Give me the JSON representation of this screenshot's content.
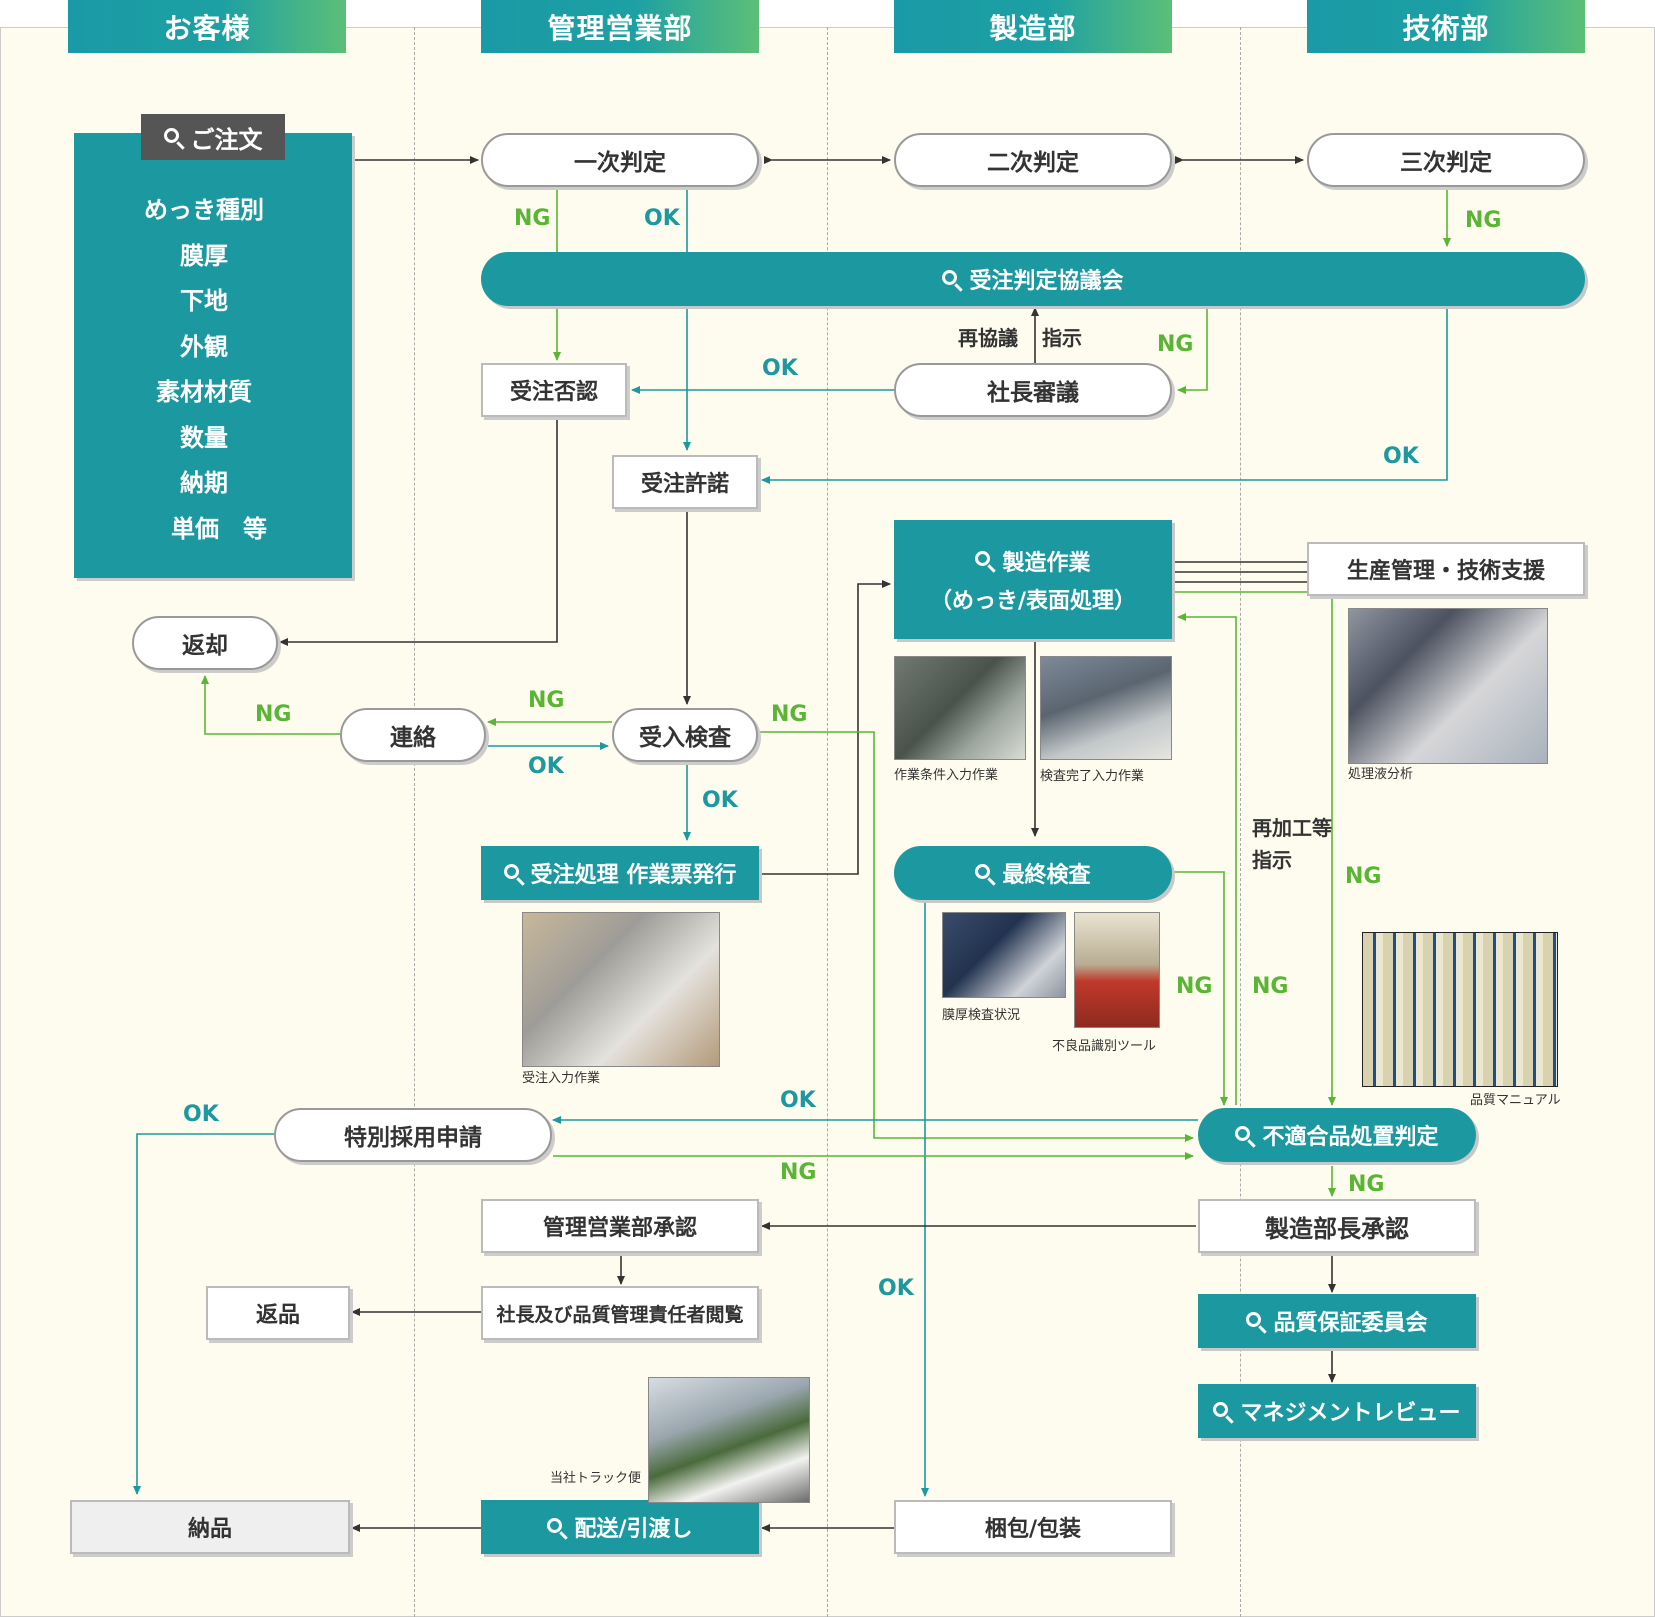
{
  "headers": [
    "お客様",
    "管理営業部",
    "製造部",
    "技術部"
  ],
  "order": {
    "title": "ご注文",
    "items": [
      "めっき種別",
      "膜厚",
      "下地",
      "外観",
      "素材材質",
      "数量",
      "納期",
      "単価　等"
    ]
  },
  "nodes": {
    "judge1": "一次判定",
    "judge2": "二次判定",
    "judge3": "三次判定",
    "council": "受注判定協議会",
    "reject": "受注否認",
    "president": "社長審議",
    "accept": "受注許諾",
    "manufacturing_line1": "製造作業",
    "manufacturing_line2": "（めっき/表面処理）",
    "production_support": "生産管理・技術支援",
    "return": "返却",
    "contact": "連絡",
    "inspection": "受入検査",
    "order_processing": "受注処理 作業票発行",
    "final_inspection": "最終検査",
    "special_request": "特別採用申請",
    "nonconforming": "不適合品処置判定",
    "sales_approval": "管理営業部承認",
    "mfg_approval": "製造部長承認",
    "qa_committee": "品質保証委員会",
    "review": "マネジメントレビュー",
    "president_review": "社長及び品質管理責任者閲覧",
    "returned_goods": "返品",
    "delivery_done": "納品",
    "shipping": "配送/引渡し",
    "packing": "梱包/包装"
  },
  "texts": {
    "rediscuss": "再協議",
    "instruct": "指示",
    "rework_line1": "再加工等",
    "rework_line2": "指示"
  },
  "edge_labels": {
    "ng": "NG",
    "ok": "OK"
  },
  "captions": {
    "work_condition": "作業条件入力作業",
    "inspection_done": "検査完了入力作業",
    "solution_analysis": "処理液分析",
    "order_entry": "受注入力作業",
    "thickness": "膜厚検査状況",
    "defect_tool": "不良品識別ツール",
    "quality_manual": "品質マニュアル",
    "truck": "当社トラック便"
  },
  "colors": {
    "teal": "#1c98a0",
    "green": "#5bb535",
    "header_gradient_end": "#5cbf78",
    "background": "#fdfcee"
  }
}
